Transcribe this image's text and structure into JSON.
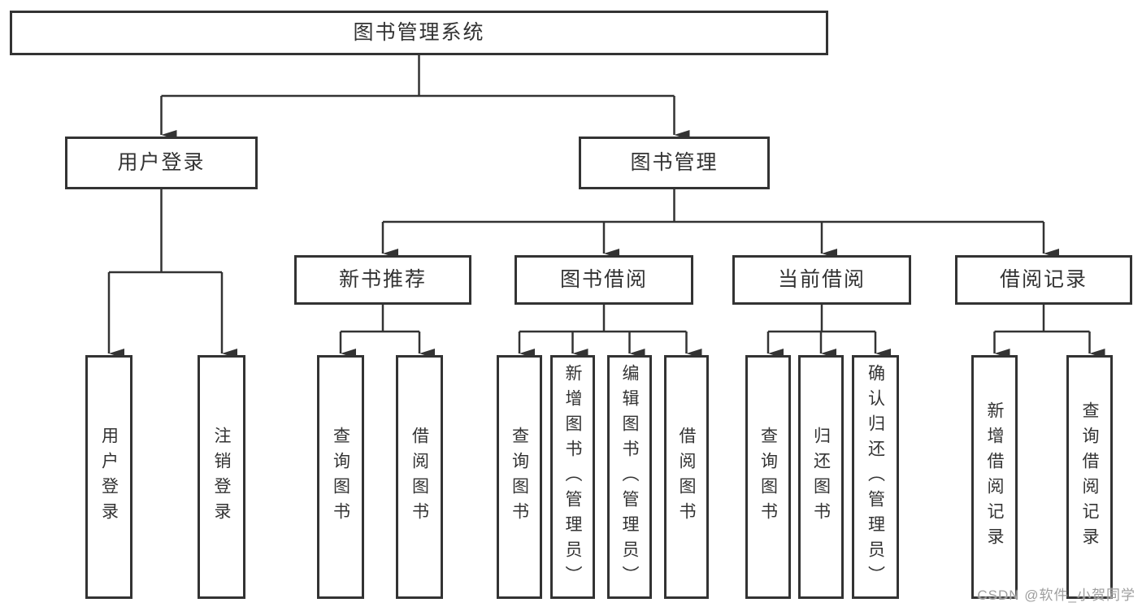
{
  "tree": {
    "label": "图书管理系统",
    "children": [
      {
        "label": "用户登录",
        "children": [
          {
            "label": "用户登录"
          },
          {
            "label": "注销登录"
          }
        ]
      },
      {
        "label": "图书管理",
        "children": [
          {
            "label": "新书推荐",
            "children": [
              {
                "label": "查询图书"
              },
              {
                "label": "借阅图书"
              }
            ]
          },
          {
            "label": "图书借阅",
            "children": [
              {
                "label": "查询图书"
              },
              {
                "label": "新增图书（管理员）"
              },
              {
                "label": "编辑图书（管理员）"
              },
              {
                "label": "借阅图书"
              }
            ]
          },
          {
            "label": "当前借阅",
            "children": [
              {
                "label": "查询图书"
              },
              {
                "label": "归还图书"
              },
              {
                "label": "确认归还（管理员）"
              }
            ]
          },
          {
            "label": "借阅记录",
            "children": [
              {
                "label": "新增借阅记录"
              },
              {
                "label": "查询借阅记录"
              }
            ]
          }
        ]
      }
    ]
  },
  "watermark": {
    "text": "CSDN @软件_小贺同学"
  },
  "colors": {
    "line": "#333333",
    "box_border": "#333333",
    "text": "#333333",
    "background": "#ffffff",
    "watermark_text": "#9e9e9e"
  }
}
